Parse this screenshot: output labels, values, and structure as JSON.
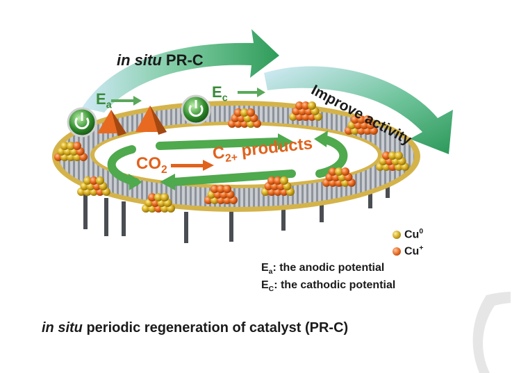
{
  "top_arrow": {
    "em": "in situ",
    "rest": " PR-C"
  },
  "right_arrow": {
    "text": "Improve activity"
  },
  "potentials": {
    "anodic": {
      "symbol": "E",
      "sub": "a"
    },
    "cathodic": {
      "symbol": "E",
      "sub": "c"
    }
  },
  "reaction": {
    "reactant": "CO",
    "reactant_sub": "2",
    "product": "C",
    "product_sub": "2+",
    "product_rest": " products"
  },
  "legend": [
    {
      "label": "Cu",
      "sup": "0",
      "color": "#c9a21c"
    },
    {
      "label": "Cu",
      "sup": "+",
      "color": "#e2661e"
    }
  ],
  "definitions": [
    {
      "symbol": "E",
      "sub": "a",
      "text": ": the anodic potential"
    },
    {
      "symbol": "E",
      "sub": "C",
      "text": ": the cathodic potential"
    }
  ],
  "caption": {
    "em": "in situ",
    "rest": " periodic regeneration of catalyst (PR-C)"
  },
  "colors": {
    "arrow_green": "#3ea36a",
    "reaction_orange": "#e0621c",
    "belt_gold": "#d4b34a",
    "power_green": "#2f8a2a"
  },
  "icons": [
    "power-icon",
    "watermark-arc"
  ]
}
